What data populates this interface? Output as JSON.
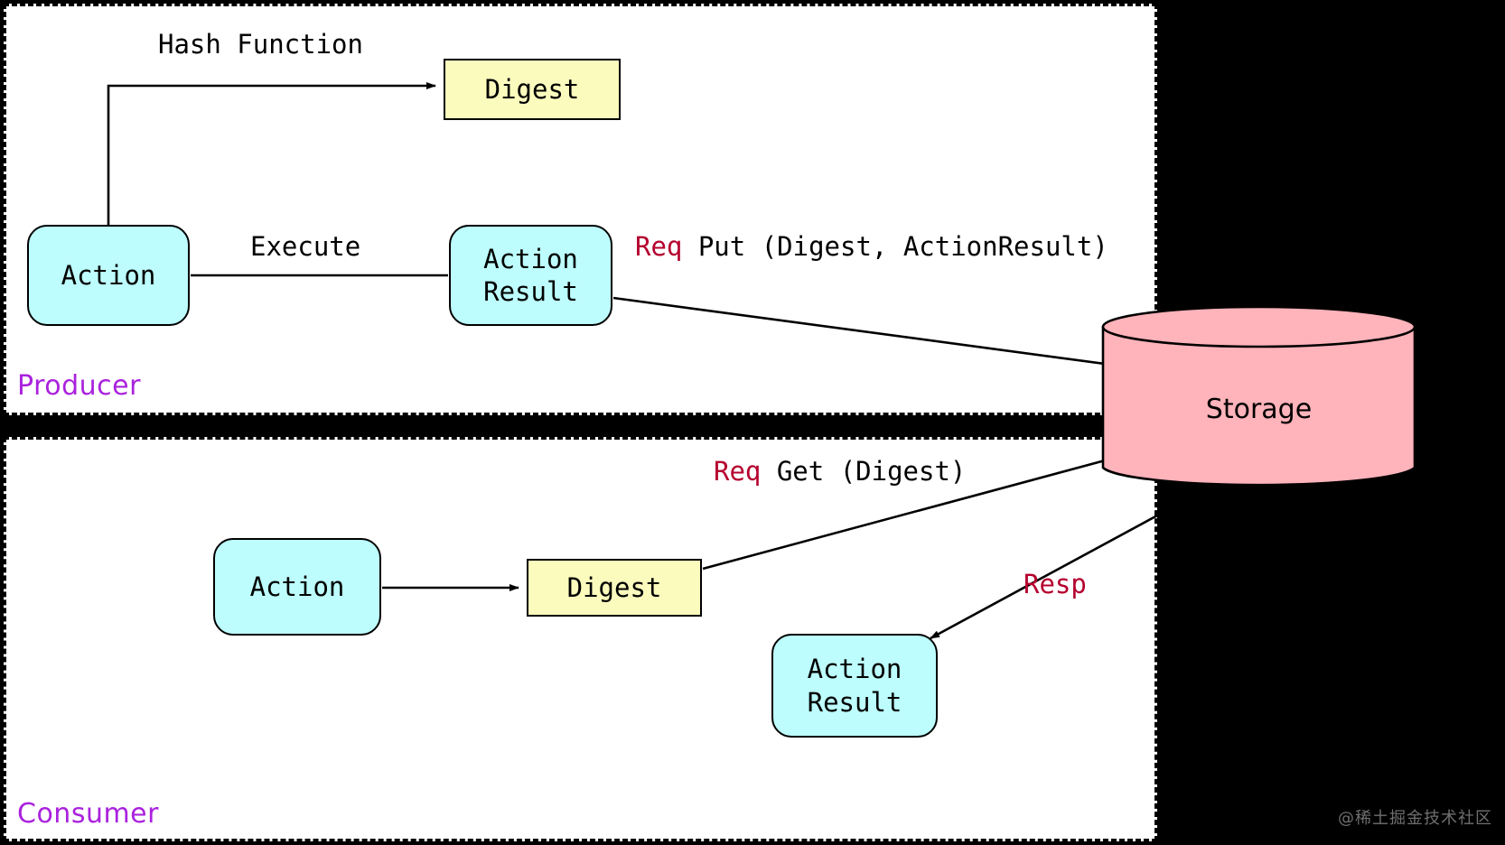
{
  "diagram": {
    "title": "Producer / Consumer action cache with content-addressed storage",
    "lanes": [
      {
        "id": "producer",
        "label": "Producer",
        "label_color": "#aa22dd"
      },
      {
        "id": "consumer",
        "label": "Consumer",
        "label_color": "#aa22dd"
      }
    ],
    "colors": {
      "action_fill": "#bdfdfd",
      "digest_fill": "#fbfbbe",
      "storage_fill": "#ffb3ba",
      "lane_label": "#aa22dd",
      "req_label": "#b5002e",
      "stroke": "#000000",
      "canvas_background": "#000000",
      "lane_background": "#ffffff"
    },
    "nodes": {
      "producer_action": {
        "label": "Action",
        "shape": "rounded-rect",
        "fill": "#bdfdfd"
      },
      "producer_digest": {
        "label": "Digest",
        "shape": "rect",
        "fill": "#fbfbbe"
      },
      "producer_action_result": {
        "label": "Action\nResult",
        "shape": "rounded-rect",
        "fill": "#bdfdfd"
      },
      "consumer_action": {
        "label": "Action",
        "shape": "rounded-rect",
        "fill": "#bdfdfd"
      },
      "consumer_digest": {
        "label": "Digest",
        "shape": "rect",
        "fill": "#fbfbbe"
      },
      "consumer_action_result": {
        "label": "Action\nResult",
        "shape": "rounded-rect",
        "fill": "#bdfdfd"
      },
      "storage": {
        "label": "Storage",
        "shape": "cylinder",
        "fill": "#ffb3ba"
      }
    },
    "edge_labels": {
      "hash_function": {
        "text": "Hash Function"
      },
      "execute": {
        "text": "Execute"
      },
      "put": {
        "prefix": "Req",
        "text": " Put (Digest, ActionResult)"
      },
      "get": {
        "prefix": "Req",
        "text": " Get (Digest)"
      },
      "resp": {
        "text": "Resp"
      }
    },
    "watermark": {
      "text": "@稀土掘金技术社区"
    }
  }
}
